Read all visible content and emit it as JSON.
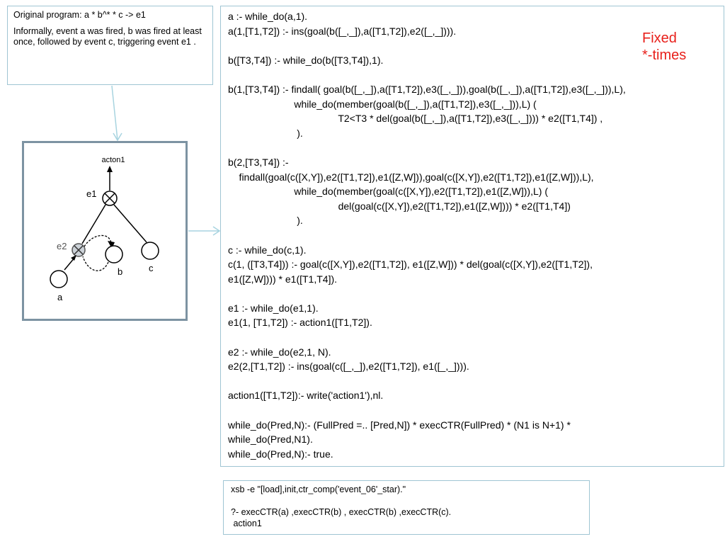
{
  "description": {
    "title": "Original program: a * b^* * c -> e1",
    "body": "Informally, event a was fired, b was fired at least once, followed by event c, triggering event e1 ."
  },
  "diagram": {
    "action_label": "acton1",
    "e1_label": "e1",
    "e2_label": "e2",
    "a_label": "a",
    "b_label": "b",
    "c_label": "c"
  },
  "note": {
    "line1": "Fixed",
    "line2": "*-times"
  },
  "code": {
    "lines": [
      "a :- while_do(a,1).",
      "a(1,[T1,T2]) :- ins(goal(b([_,_]),a([T1,T2]),e2([_,_]))).",
      "",
      "b([T3,T4]) :- while_do(b([T3,T4]),1).",
      "",
      "b(1,[T3,T4]) :- findall( goal(b([_,_]),a([T1,T2]),e3([_,_])),goal(b([_,_]),a([T1,T2]),e3([_,_])),L),",
      "                        while_do(member(goal(b([_,_]),a([T1,T2]),e3([_,_])),L) (",
      "                                        T2<T3 * del(goal(b([_,_]),a([T1,T2]),e3([_,_]))) * e2([T1,T4]) ,",
      "                         ).",
      "",
      "b(2,[T3,T4]) :-",
      "    findall(goal(c([X,Y]),e2([T1,T2]),e1([Z,W])),goal(c([X,Y]),e2([T1,T2]),e1([Z,W])),L),",
      "                        while_do(member(goal(c([X,Y]),e2([T1,T2]),e1([Z,W])),L) (",
      "                                        del(goal(c([X,Y]),e2([T1,T2]),e1([Z,W]))) * e2([T1,T4])",
      "                         ).",
      "",
      "c :- while_do(c,1).",
      "c(1, ([T3,T4])) :- goal(c([X,Y]),e2([T1,T2]), e1([Z,W])) * del(goal(c([X,Y]),e2([T1,T2]),",
      "e1([Z,W]))) * e1([T1,T4]).",
      "",
      "e1 :- while_do(e1,1).",
      "e1(1, [T1,T2]) :- action1([T1,T2]).",
      "",
      "e2 :- while_do(e2,1, N).",
      "e2(2,[T1,T2]) :- ins(goal(c([_,_]),e2([T1,T2]), e1([_,_]))).",
      "",
      "action1([T1,T2]):- write('action1'),nl.",
      "",
      "while_do(Pred,N):- (FullPred =.. [Pred,N]) * execCTR(FullPred) * (N1 is N+1) *",
      "while_do(Pred,N1).",
      "while_do(Pred,N):- true."
    ]
  },
  "run": {
    "lines": [
      "xsb -e \"[load],init,ctr_comp('event_06'_star).\"",
      "",
      "?- execCTR(a) ,execCTR(b) , execCTR(b) ,execCTR(c).",
      " action1"
    ]
  },
  "colors": {
    "accent_red": "#e8201b",
    "connector": "#a8d4e0",
    "frame": "#7d93a2"
  }
}
